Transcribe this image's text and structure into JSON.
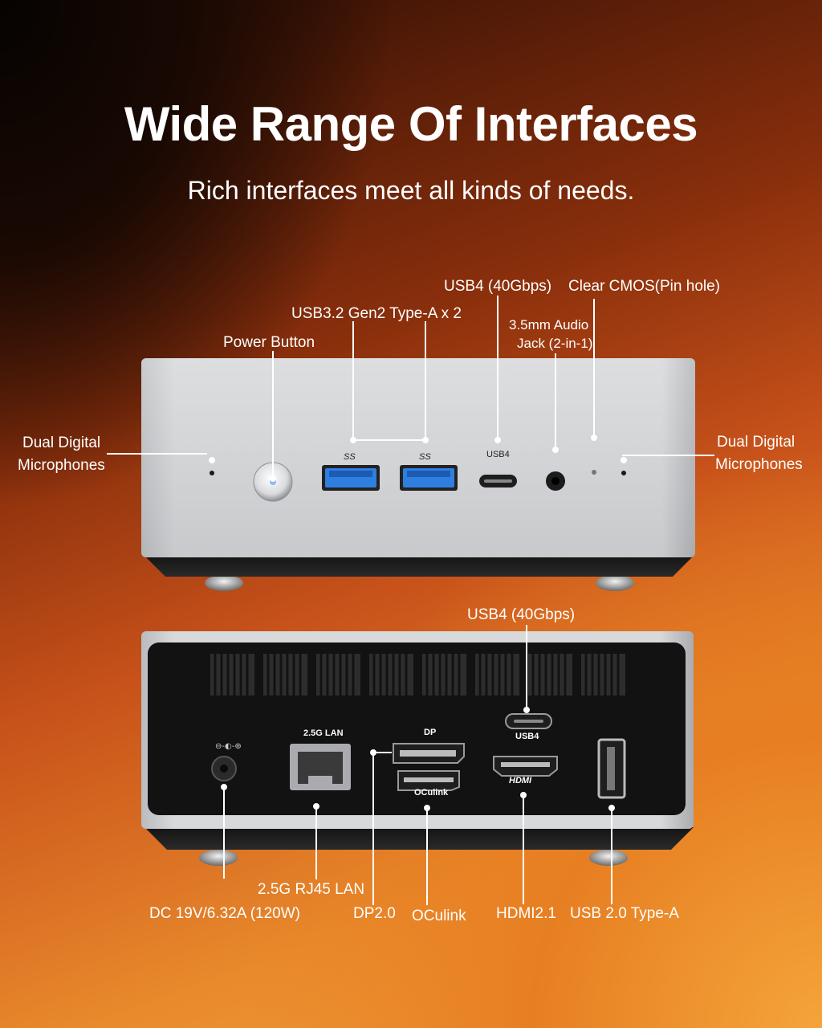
{
  "header": {
    "title": "Wide Range Of Interfaces",
    "subtitle": "Rich interfaces meet all kinds of needs."
  },
  "front": {
    "labels": {
      "usb4": "USB4 (40Gbps)",
      "clear_cmos": "Clear CMOS(Pin hole)",
      "usb32": "USB3.2 Gen2 Type-A x 2",
      "audio_line1": "3.5mm Audio",
      "audio_line2": "Jack (2-in-1)",
      "power": "Power Button",
      "mic_left_line1": "Dual Digital",
      "mic_left_line2": "Microphones",
      "mic_right_line1": "Dual Digital",
      "mic_right_line2": "Microphones"
    },
    "panel_marks": {
      "ss_left": "SS",
      "ss_right": "SS",
      "usb4": "USB4"
    }
  },
  "back": {
    "labels": {
      "usb4": "USB4 (40Gbps)",
      "rj45": "2.5G RJ45 LAN",
      "dc": "DC 19V/6.32A (120W)",
      "dp": "DP2.0",
      "oculink": "OCulink",
      "hdmi": "HDMI2.1",
      "usb20": "USB 2.0 Type-A"
    },
    "panel_marks": {
      "lan": "2.5G LAN",
      "dp": "DP",
      "oculink": "OCulink",
      "usb4": "USB4",
      "hdmi": "HDMI"
    }
  },
  "colors": {
    "accent_orange": "#e98a2c",
    "usb3_blue": "#2f7fe0",
    "chassis_silver": "#c9cbce"
  }
}
